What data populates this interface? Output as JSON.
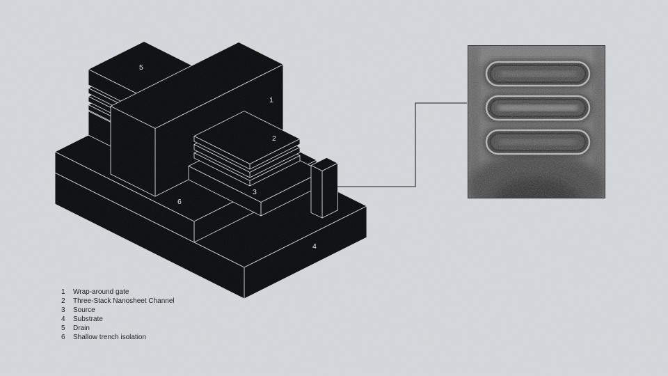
{
  "colors": {
    "background": "#d5d8dc",
    "ink": "#0a0b0d",
    "callout_text": "#e8eaed"
  },
  "diagram": {
    "callouts": [
      {
        "num": "1",
        "label": "Wrap-around gate"
      },
      {
        "num": "2",
        "label": "Three-Stack Nanosheet Channel"
      },
      {
        "num": "3",
        "label": "Source"
      },
      {
        "num": "4",
        "label": "Substrate"
      },
      {
        "num": "5",
        "label": "Drain"
      },
      {
        "num": "6",
        "label": "Shallow trench isolation"
      }
    ]
  },
  "inset": {
    "name": "nanosheet-cross-section-micrograph"
  }
}
